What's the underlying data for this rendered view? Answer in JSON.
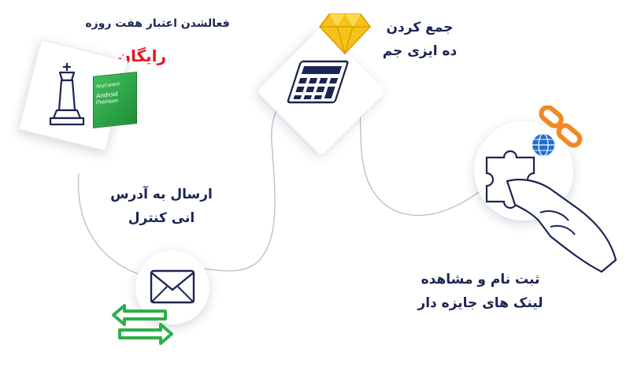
{
  "steps": {
    "register": {
      "line1": "ثبت نام و مشاهده",
      "line2": "لینک های جایزه دار"
    },
    "collect": {
      "line1": "جمع کردن",
      "line2": "ده ایزی جم"
    },
    "send": {
      "line1": "ارسال به آدرس",
      "line2": "انی کنترل"
    },
    "activate": {
      "line1": "فعالشدن اعتبار هفت روزه",
      "highlight": "رایگان"
    }
  },
  "product_box": {
    "brand": "AnyControl",
    "line1": "Android",
    "line2": "Premium"
  },
  "colors": {
    "text": "#1c2452",
    "accent_red": "#e8141b",
    "accent_green": "#2fae4a",
    "gem_yellow": "#f5c21b",
    "chain_orange": "#f08a24",
    "globe_blue": "#1f6fd1",
    "line_gray": "#b9bcc8"
  },
  "icons": [
    "puzzle-hand-icon",
    "gem-icon",
    "calculator-icon",
    "envelope-icon",
    "arrows-exchange-icon",
    "chess-king-icon",
    "product-box-icon",
    "chain-icon",
    "globe-icon"
  ]
}
